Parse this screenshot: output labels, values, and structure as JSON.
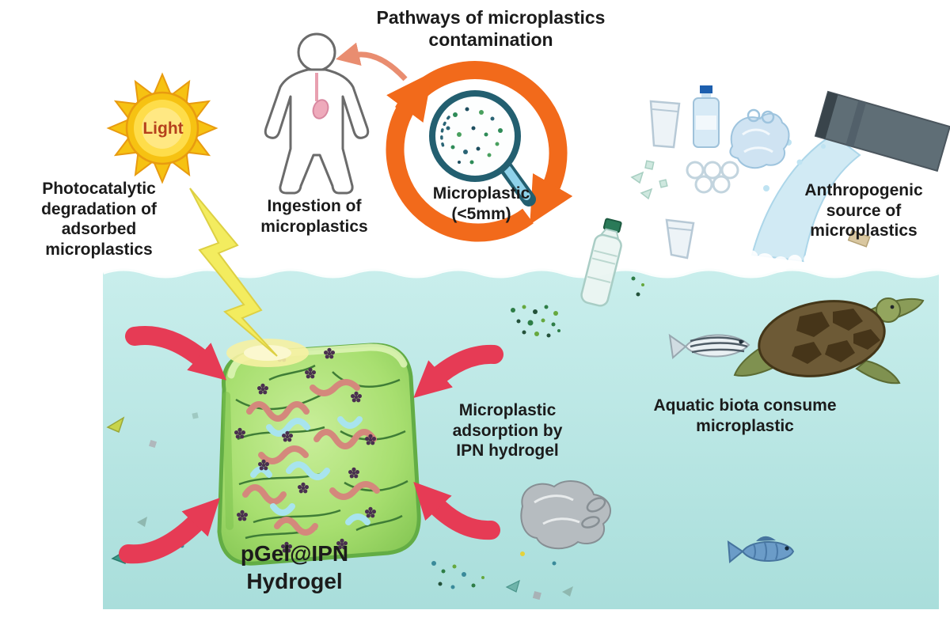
{
  "title": "Pathways of microplastics\ncontamination",
  "labels": {
    "light": "Light",
    "photocatalytic": "Photocatalytic\ndegradation of\nadsorbed\nmicroplastics",
    "ingestion": "Ingestion of\nmicroplastics",
    "microplastic": "Microplastic\n(<5mm)",
    "anthropogenic": "Anthropogenic\nsource of\nmicroplastics",
    "adsorption": "Microplastic\nadsorption by\nIPN hydrogel",
    "aquatic": "Aquatic biota consume\nmicroplastic",
    "hydrogel": "pGel@IPN\nHydrogel"
  },
  "colors": {
    "water": "#bfe8e5",
    "cycle_orange": "#f26a1b",
    "sun_yellow": "#f6c212",
    "arrow_red": "#e63b55",
    "hydrogel_green": "#8ccf5a",
    "pipe_gray": "#5f6e76"
  },
  "icons": [
    "sun-icon",
    "lightning-bolt-icon",
    "human-figure-icon",
    "cycle-arrows-icon",
    "magnifying-glass-icon",
    "plastic-cup-icon",
    "water-bottle-icon",
    "plastic-bag-icon",
    "six-pack-rings-icon",
    "discharge-pipe-icon",
    "water-stream-icon",
    "floating-bottle-icon",
    "hydrogel-cube-icon",
    "red-arrow-icon",
    "zebrafish-icon",
    "sea-turtle-icon",
    "blue-fish-icon",
    "underwater-bag-icon",
    "microplastic-dots-icon"
  ]
}
